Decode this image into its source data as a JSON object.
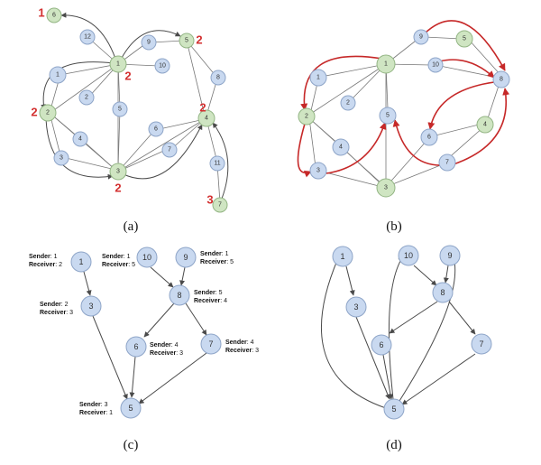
{
  "panels": {
    "a": {
      "caption": "(a)",
      "nodes": [
        "6",
        "12",
        "1",
        "9",
        "10",
        "5",
        "1",
        "2",
        "2",
        "8",
        "5",
        "6",
        "4",
        "4",
        "3",
        "7",
        "11",
        "3",
        "7"
      ],
      "red_numbers": [
        "1",
        "2",
        "2",
        "2",
        "2",
        "3"
      ]
    },
    "b": {
      "caption": "(b)",
      "nodes": [
        "9",
        "5",
        "1",
        "10",
        "8",
        "1",
        "2",
        "2",
        "5",
        "6",
        "4",
        "4",
        "3",
        "7",
        "3"
      ]
    },
    "c": {
      "caption": "(c)",
      "nodes": [
        "1",
        "10",
        "9",
        "3",
        "8",
        "6",
        "7",
        "5"
      ],
      "annotations": [
        {
          "sender_key": "Sender",
          "sender": ": 1",
          "receiver_key": "Receiver",
          "receiver": ": 2"
        },
        {
          "sender_key": "Sender",
          "sender": ": 1",
          "receiver_key": "Receiver",
          "receiver": ": 5"
        },
        {
          "sender_key": "Sender",
          "sender": ": 1",
          "receiver_key": "Receiver",
          "receiver": ": 5"
        },
        {
          "sender_key": "Sender",
          "sender": ": 2",
          "receiver_key": "Receiver",
          "receiver": ": 3"
        },
        {
          "sender_key": "Sender",
          "sender": ": 5",
          "receiver_key": "Receiver",
          "receiver": ": 4"
        },
        {
          "sender_key": "Sender",
          "sender": ": 4",
          "receiver_key": "Receiver",
          "receiver": ": 3"
        },
        {
          "sender_key": "Sender",
          "sender": ": 4",
          "receiver_key": "Receiver",
          "receiver": ": 3"
        },
        {
          "sender_key": "Sender",
          "sender": ": 3",
          "receiver_key": "Receiver",
          "receiver": ": 1"
        }
      ]
    },
    "d": {
      "caption": "(d)",
      "nodes": [
        "1",
        "10",
        "9",
        "3",
        "8",
        "6",
        "7",
        "5"
      ]
    }
  },
  "colors": {
    "node_blue": "#c9d9f0",
    "node_green": "#cfe5c2",
    "highlight_red": "#c62828",
    "number_red": "#d32f2f"
  }
}
